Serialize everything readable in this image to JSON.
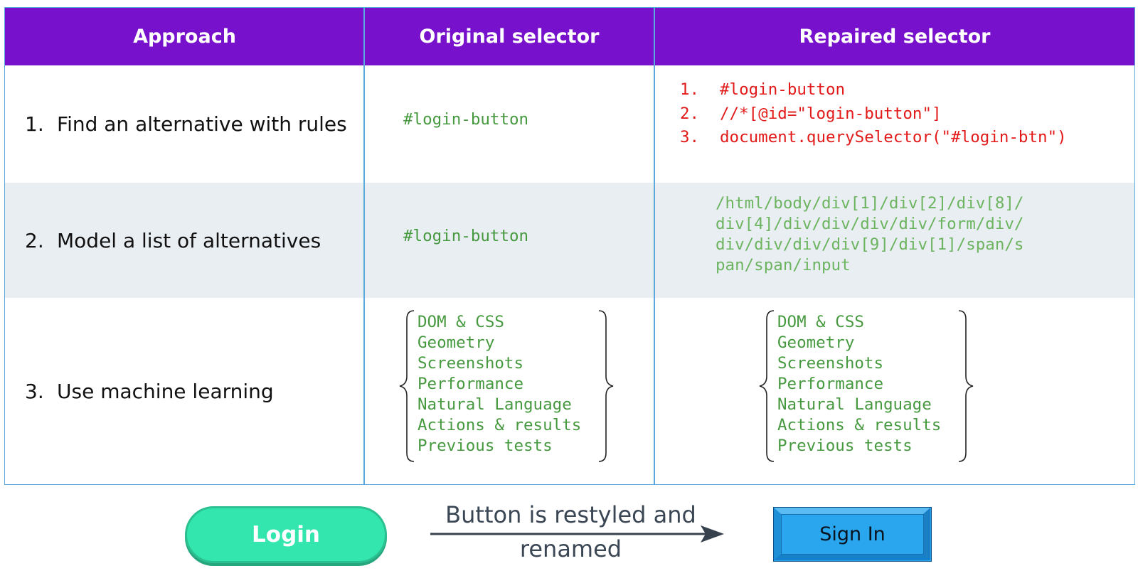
{
  "table": {
    "headers": [
      "Approach",
      "Original selector",
      "Repaired selector"
    ],
    "rows": [
      {
        "number": "1.",
        "approach": "Find an alternative with rules",
        "original": "#login-button",
        "repaired": [
          {
            "n": "1.",
            "text": "#login-button"
          },
          {
            "n": "2.",
            "text": "//*[@id=\"login-button\"]"
          },
          {
            "n": "3.",
            "text": "document.querySelector(\"#login-btn\")"
          }
        ]
      },
      {
        "number": "2.",
        "approach": "Model a list of alternatives",
        "original": "#login-button",
        "repaired": [
          "/html/body/div[1]/div[2]/div[8]/",
          "div[4]/div/div/div/div/form/div/",
          "div/div/div/div[9]/div[1]/span/s",
          "pan/span/input"
        ]
      },
      {
        "number": "3.",
        "approach": "Use machine learning",
        "original": [
          "DOM & CSS",
          "Geometry",
          "Screenshots",
          "Performance",
          "Natural Language",
          "Actions & results",
          "Previous tests"
        ],
        "repaired": [
          "DOM & CSS",
          "Geometry",
          "Screenshots",
          "Performance",
          "Natural Language",
          "Actions & results",
          "Previous tests"
        ]
      }
    ]
  },
  "bottom": {
    "login_label": "Login",
    "arrow_label_line1": "Button is restyled and",
    "arrow_label_line2": "renamed",
    "signin_label": "Sign In"
  },
  "colors": {
    "header_bg": "#7711cc",
    "border": "#5aa9df",
    "alt_row": "#e9eef3",
    "code_green": "#46993f",
    "code_red": "#e21a1a",
    "login_bg": "#33e6ad",
    "signin_bg": "#2aa6ee"
  }
}
